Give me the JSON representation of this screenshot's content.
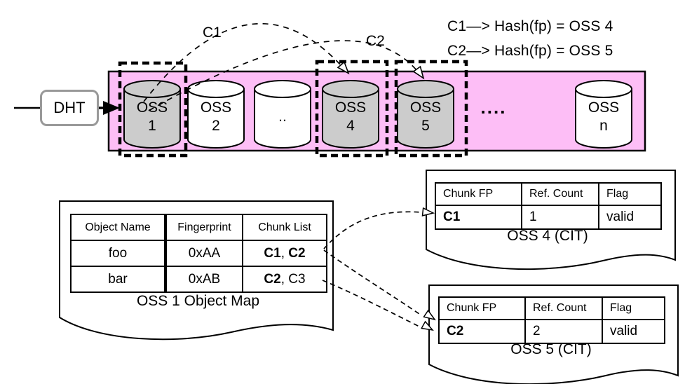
{
  "legend": {
    "line1": "C1—> Hash(fp) = OSS 4",
    "line2": "C2—> Hash(fp) = OSS 5"
  },
  "arc_labels": {
    "c1": "C1",
    "c2": "C2"
  },
  "dht": {
    "label": "DHT"
  },
  "ring": {
    "ellipsis": "....",
    "nodes": [
      {
        "name": "OSS",
        "num": "1"
      },
      {
        "name": "OSS",
        "num": "2"
      },
      {
        "name": "..",
        "num": ""
      },
      {
        "name": "OSS",
        "num": "4"
      },
      {
        "name": "OSS",
        "num": "5"
      },
      {
        "name": "OSS",
        "num": "n"
      }
    ]
  },
  "object_map": {
    "caption": "OSS 1 Object Map",
    "headers": [
      "Object Name",
      "Fingerprint",
      "Chunk List"
    ],
    "rows": [
      {
        "name": "foo",
        "fingerprint": "0xAA",
        "chunks": [
          {
            "t": "C1",
            "bold": true
          },
          {
            "t": ", ",
            "bold": false
          },
          {
            "t": "C2",
            "bold": true
          }
        ]
      },
      {
        "name": "bar",
        "fingerprint": "0xAB",
        "chunks": [
          {
            "t": "C2",
            "bold": true
          },
          {
            "t": ", C3",
            "bold": false
          }
        ]
      }
    ]
  },
  "cit4": {
    "caption": "OSS 4 (CIT)",
    "headers": [
      "Chunk FP",
      "Ref. Count",
      "Flag"
    ],
    "row": {
      "fp": "C1",
      "count": "1",
      "flag": "valid"
    }
  },
  "cit5": {
    "caption": "OSS 5 (CIT)",
    "headers": [
      "Chunk FP",
      "Ref. Count",
      "Flag"
    ],
    "row": {
      "fp": "C2",
      "count": "2",
      "flag": "valid"
    }
  },
  "colors": {
    "ring_bg": "#fdbef6",
    "node_gray": "#cccccc",
    "node_white": "#ffffff",
    "dht_border": "#999999",
    "line": "#000000"
  }
}
